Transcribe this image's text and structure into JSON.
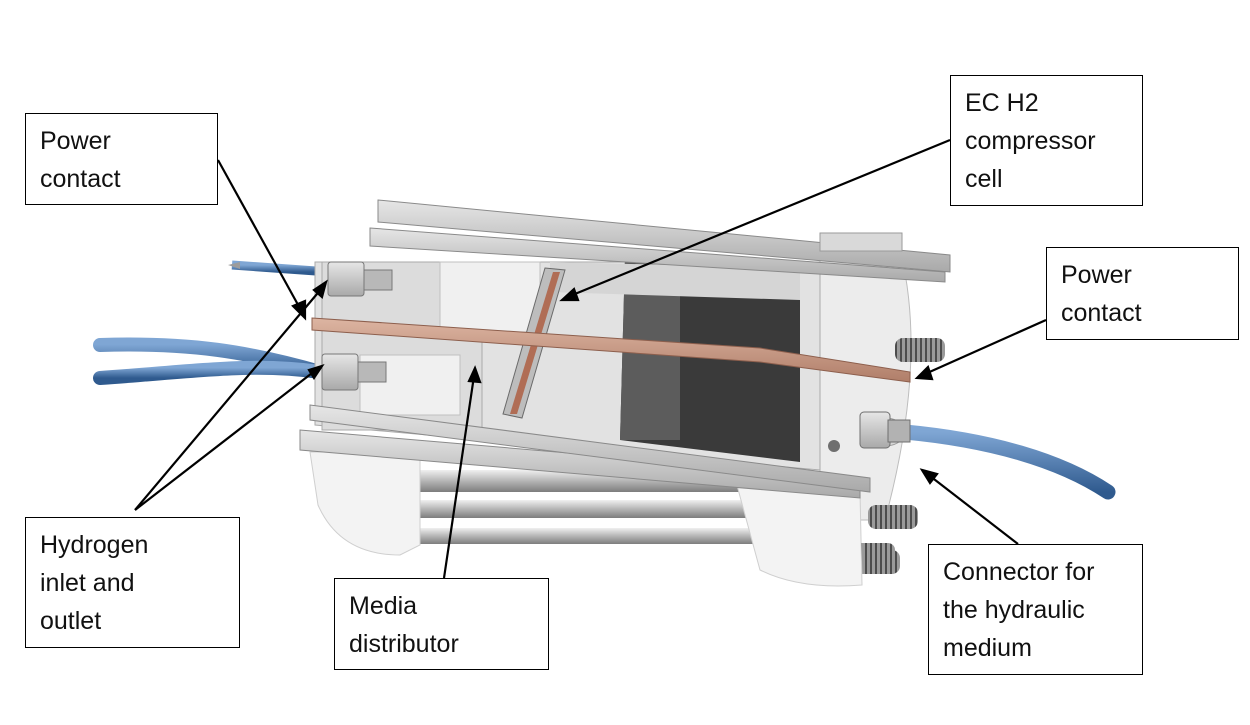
{
  "colors": {
    "steel": "#c9c9c9",
    "steel_dark": "#8e8e8e",
    "copper": "#c99a86",
    "tube": "#4a78ad",
    "cavity": "#3a3a3a",
    "insulator": "#f2f2f2"
  },
  "labels": {
    "power_contact_left": "Power\ncontact",
    "power_contact_right": "Power\ncontact",
    "ec_cell": "EC H2\ncompressor\ncell",
    "hydrogen_io": "Hydrogen\ninlet and\noutlet",
    "media_distributor": "Media\ndistributor",
    "hydraulic_connector": "Connector for\nthe hydraulic\nmedium"
  }
}
